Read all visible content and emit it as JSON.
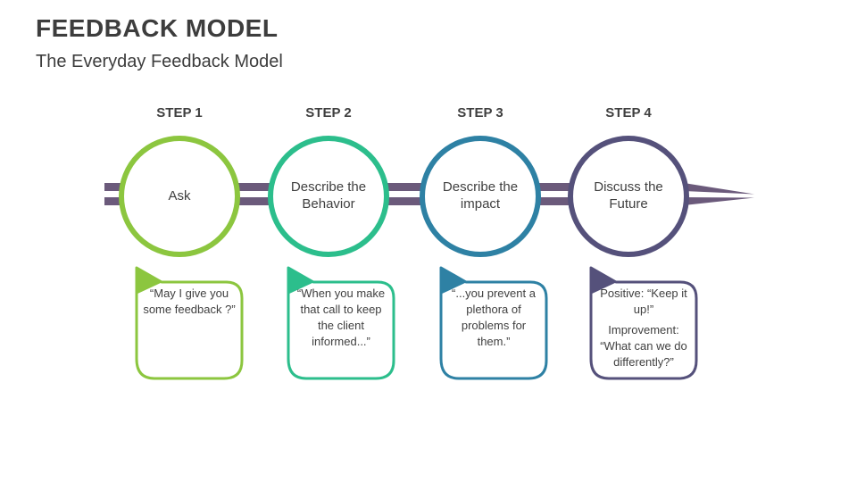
{
  "slide": {
    "title": "FEEDBACK MODEL",
    "subtitle": "The Everyday Feedback Model"
  },
  "connector": {
    "color": "#6B5A7B"
  },
  "steps": [
    {
      "label": "STEP 1",
      "circle_text": "Ask",
      "color": "#8CC63F",
      "quote_lines": [
        "“May I give you some feedback ?”",
        ""
      ]
    },
    {
      "label": "STEP 2",
      "circle_text": "Describe the Behavior",
      "color": "#2CBE8C",
      "quote_lines": [
        "“When you make that call to keep the client informed...”",
        ""
      ]
    },
    {
      "label": "STEP 3",
      "circle_text": "Describe the impact",
      "color": "#2E81A4",
      "quote_lines": [
        "“...you prevent a plethora of problems for them.”",
        ""
      ]
    },
    {
      "label": "STEP 4",
      "circle_text": "Discuss the Future",
      "color": "#55517B",
      "quote_lines": [
        "Positive: “Keep it up!”",
        "Improvement: “What can we do differently?”"
      ]
    }
  ]
}
